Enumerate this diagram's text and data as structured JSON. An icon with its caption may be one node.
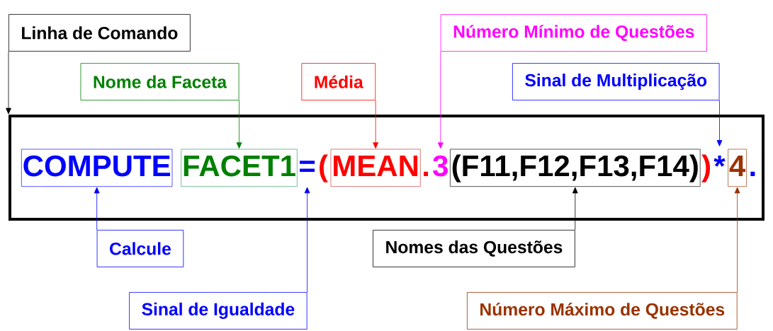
{
  "diagram": {
    "nodes": [
      {
        "text": [
          "Linha de Comando"
        ]
      },
      {
        "text": [
          "Número Mínimo de Questões"
        ]
      },
      {
        "text": [
          "Nome da Faceta"
        ]
      },
      {
        "text": [
          "Média"
        ]
      },
      {
        "text": [
          "Sinal de Multiplicação"
        ]
      },
      {
        "text": [],
        "shape": "box"
      },
      {
        "text": [
          "COMPUTE"
        ],
        "in": 5
      },
      {
        "text": [
          "FACET1"
        ],
        "in": 5
      },
      {
        "text": [
          "="
        ],
        "in": 5
      },
      {
        "text": [
          "MEAN"
        ],
        "in": 5
      },
      {
        "text": [
          "3"
        ],
        "in": 5
      },
      {
        "text": [
          "(F11,F12,F13,F14)"
        ],
        "in": 5
      },
      {
        "text": [
          "*"
        ],
        "in": 5
      },
      {
        "text": [
          "4"
        ],
        "in": 5
      },
      {
        "text": [
          "Calcule"
        ]
      },
      {
        "text": [
          "Nomes das Questões"
        ]
      },
      {
        "text": [
          "Sinal de Igualdade"
        ]
      },
      {
        "text": [
          "Número Máximo de Questões"
        ]
      }
    ],
    "edges": [
      {
        "from": 0,
        "to": 5,
        "arrow": "to",
        "color": "#000000"
      },
      {
        "from": 2,
        "to": 7,
        "arrow": "to",
        "color": "#008000"
      },
      {
        "from": 3,
        "to": 9,
        "arrow": "to",
        "color": "#ff0000"
      },
      {
        "from": 1,
        "to": 10,
        "arrow": "to",
        "color": "#ff00ff"
      },
      {
        "from": 4,
        "to": 12,
        "arrow": "to",
        "color": "#0000ff"
      },
      {
        "from": 14,
        "to": 6,
        "arrow": "to",
        "color": "#0000ff"
      },
      {
        "from": 15,
        "to": 11,
        "arrow": "to",
        "color": "#000000"
      },
      {
        "from": 16,
        "to": 8,
        "arrow": "to",
        "color": "#0000ff"
      },
      {
        "from": 17,
        "to": 13,
        "arrow": "to",
        "color": "#993300"
      }
    ],
    "labels": [
      "(",
      ".",
      ")",
      "."
    ]
  }
}
